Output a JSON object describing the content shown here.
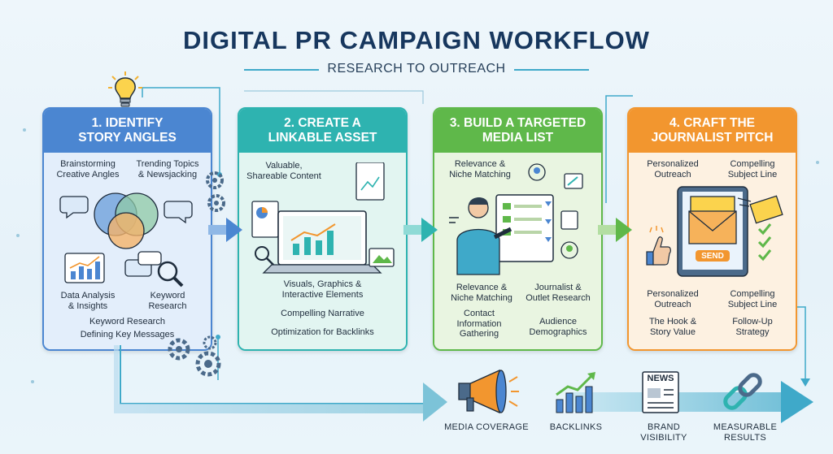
{
  "header": {
    "title": "DIGITAL PR CAMPAIGN WORKFLOW",
    "subtitle": "RESEARCH TO OUTREACH"
  },
  "colors": {
    "step1": "#4b86d1",
    "step2": "#2eb3b0",
    "step3": "#5fb84a",
    "step4": "#f2962f",
    "title": "#17375e"
  },
  "steps": [
    {
      "title": "1. IDENTIFY\nSTORY ANGLES",
      "labels": {
        "a": "Brainstorming\nCreative Angles",
        "b": "Trending Topics\n& Newsjacking",
        "c": "Data Analysis\n& Insights",
        "d": "Keyword\nResearch",
        "e": "Keyword Research",
        "f": "Defining Key Messages"
      }
    },
    {
      "title": "2. CREATE A\nLINKABLE ASSET",
      "labels": {
        "a": "Valuable,\nShareable Content",
        "b": "Visuals, Graphics &\nInteractive Elements",
        "c": "Compelling Narrative",
        "d": "Optimization for Backlinks"
      }
    },
    {
      "title": "3. BUILD A TARGETED\nMEDIA LIST",
      "labels": {
        "a": "Relevance &\nNiche Matching",
        "b": "Relevance &\nNiche Matching",
        "c": "Journalist &\nOutlet Research",
        "d": "Contact\nInformation\nGathering",
        "e": "Audience\nDemographics"
      }
    },
    {
      "title": "4. CRAFT THE\nJOURNALIST PITCH",
      "labels": {
        "a": "Personalized\nOutreach",
        "b": "Compelling\nSubject Line",
        "send": "SEND",
        "c": "Personalized\nOutreach",
        "d": "Compelling\nSubject Line",
        "e": "The Hook &\nStory Value",
        "f": "Follow-Up\nStrategy"
      }
    }
  ],
  "outcomes": {
    "news_label": "NEWS",
    "items": [
      "MEDIA COVERAGE",
      "BACKLINKS",
      "BRAND\nVISIBILITY",
      "MEASURABLE\nRESULTS"
    ]
  }
}
